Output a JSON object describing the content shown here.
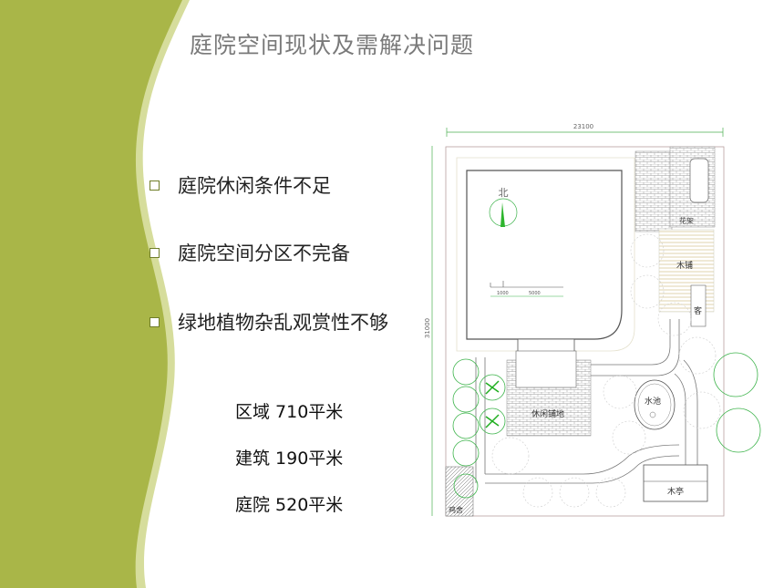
{
  "title": "庭院空间现状及需解决问题",
  "bullets": [
    {
      "label": "庭院休闲条件不足"
    },
    {
      "label": "庭院空间分区不完备"
    },
    {
      "label": "绿地植物杂乱观赏性不够"
    }
  ],
  "stats": [
    {
      "label": "区域 710平米"
    },
    {
      "label": "建筑 190平米"
    },
    {
      "label": "庭院 520平米"
    }
  ],
  "plan": {
    "width_dim": "23100",
    "height_dim": "31000",
    "north": "北",
    "scale_a": "1000",
    "scale_b": "5000",
    "trellis": "花架",
    "wood_deck": "木铺",
    "guest": "客",
    "pond": "水池",
    "paving": "休闲铺地",
    "pavilion": "木亭",
    "coop": "鸡舍"
  },
  "colors": {
    "band": "#a9b648",
    "band_light": "#d6dd9c",
    "title": "#7a7a7a",
    "plant": "#3cb34a"
  }
}
